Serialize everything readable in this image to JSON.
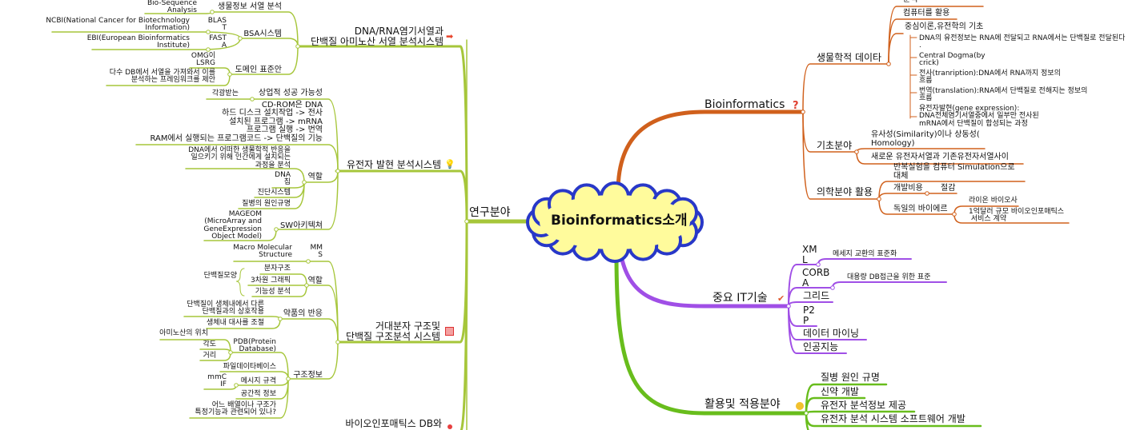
{
  "central": "Bioinformatics소개",
  "colors": {
    "research": "#a6c63a",
    "bio": "#d0601c",
    "it": "#a04fe6",
    "app": "#68bd1c",
    "cloud_fill": "#fffb9c",
    "cloud_stroke": "#2838c8"
  },
  "research": {
    "label": "연구분야",
    "dna": {
      "label": "DNA/RNA염기서열과\n단백질 아미노산 서열 분석시스템",
      "icon": "arrow-right-icon",
      "seq": {
        "label": "생물정보 서열 분석",
        "bio": "Bio-Sequence\nAnalysis"
      },
      "bsa": {
        "label": "BSA시스템",
        "blast": "BLAS\nT",
        "ncbi": "NCBI(National Cancer for Biotechnology\nInformation)",
        "fasta": "FAST\nA",
        "ebi": "EBI(European Bioinformatics\nInstitute)"
      },
      "domain": {
        "label": "도메인 표준안",
        "omg": "OMG이\nLSRG",
        "multi": "다수 DB에서 서열을 가져와서 이를\n분석하는 프레임워크를 제안"
      }
    },
    "gene": {
      "label": "유전자 발현 분석시스템",
      "icon": "lightbulb-icon",
      "commercial": {
        "label": "상업적 성공 가능성",
        "note": "각광받는"
      },
      "analogy": "CD-ROM은 DNA\n하드 디스크 설치작업 -> 전사\n설치된 프로그램 -> mRNA\n프로그램 실행 -> 번역\nRAM에서 실행되는 프로그램코드 -> 단백질의 기능",
      "role": {
        "label": "역할",
        "items": [
          "DNA에서 어떠한 생물학적 반응을\n일으키기 위해 인간에게 설치되는\n과정을 분석",
          "DNA\n칩",
          "진단시스템",
          "질병의 원인규명"
        ]
      },
      "sw": {
        "label": "SW아키텍쳐",
        "mageom": "MAGEOM\n(MicroArray and\nGeneExpression\nObject Model)"
      }
    },
    "macro": {
      "label": "거대분자 구조및\n단백질 구조분석 시스템",
      "icon": "image-icon",
      "mms": {
        "label": "MM\nS",
        "desc": "Macro Molecular\nStructure"
      },
      "role": {
        "label": "역할",
        "group": "단백질모양",
        "items": [
          "분자구조",
          "3차원 그래픽",
          "기능성 분석"
        ]
      },
      "drug": {
        "label": "약품의 반응",
        "items": [
          "단백질이 생체내에서 다른\n단백질과의 상호작용",
          "생체내 대사를 조절"
        ]
      },
      "struct": {
        "label": "구조정보",
        "pdb": {
          "label": "PDB(Protein\nDatabase)",
          "items": [
            "아미노산의 위치",
            "각도",
            "거리"
          ]
        },
        "file": "파일데이타베이스",
        "msg": {
          "label": "메시지 규격",
          "mmcif": "mmC\nIF"
        },
        "spatial": "공간적 정보",
        "question": "어느 배열이나 구조가\n특정기능과 관련되어 있나?"
      }
    },
    "db": {
      "label": "바이오인포매틱스 DB와",
      "icon": "red-dot-icon"
    }
  },
  "bio": {
    "label": "Bioinformatics",
    "icon": "question-icon",
    "data": {
      "label": "생물학적 데이타",
      "items": [
        "분석",
        "컴퓨터를 활용"
      ],
      "dogma": {
        "label": "중심이론,유전학의 기초",
        "items": [
          "DNA의 유전정보는 RNA에 전달되고 RNA에서는 단백질로 전달된다\n.",
          "Central Dogma(by\ncrick)",
          "전사(tranription):DNA에서 RNA까지 정보의\n흐름",
          "번역(translation):RNA에서 단백질로 전해지는 정보의\n흐름",
          "유전자발현(gene expression):\nDNA전체염기서열중에서 일부만 전사된\nmRNA에서 단백질이 합성되는 과정"
        ]
      }
    },
    "basic": {
      "label": "기초분야",
      "items": [
        "유사성(Similarity)이나 상동성(\nHomology)",
        "새로운 유전자서열과 기존유전자서열사이"
      ]
    },
    "medical": {
      "label": "의학분야 활용",
      "sim": "반복실험을 컴퓨터 Simulation으로\n대체",
      "cost": {
        "label": "개발비용",
        "result": "절감"
      },
      "bayer": {
        "label": "독일의 바이에르",
        "items": [
          "라이온 바이오사",
          "1억달러 규모 바이오인포매틱스\n 서비스 계약"
        ]
      }
    }
  },
  "it": {
    "label": "중요 IT기술",
    "icon": "checkmark-icon",
    "xml": {
      "label": "XM\nL",
      "desc": "메세지 교환의 표준화"
    },
    "corba": {
      "label": "CORB\nA",
      "desc": "대용량 DB접근을 위한 표준"
    },
    "items": [
      "그리드",
      "P2\nP",
      "데이터 마이닝",
      "인공지능"
    ]
  },
  "app": {
    "label": "활용및 적용분야",
    "icon": "smiley-icon",
    "items": [
      "질병 원인 규명",
      "신약 개발",
      "유전자 분석정보 제공",
      "유전자 분석 시스템 소프트웨어 개발"
    ]
  }
}
